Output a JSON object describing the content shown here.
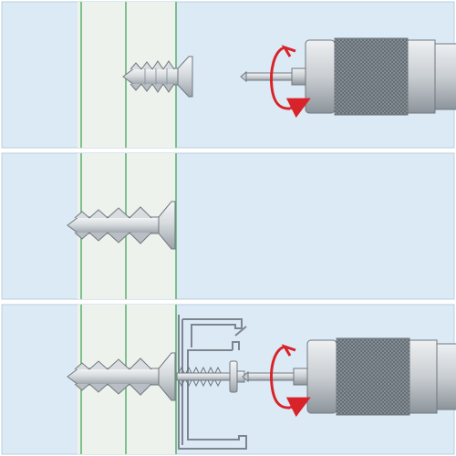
{
  "diagram": {
    "kind": "three-step installation sequence",
    "panels": [
      {
        "step": 1,
        "content": [
          "drywall-board",
          "self-drilling-anchor",
          "screwdriver-bit",
          "drill-chuck",
          "rotation-arrow"
        ]
      },
      {
        "step": 2,
        "content": [
          "drywall-board",
          "self-drilling-anchor"
        ]
      },
      {
        "step": 3,
        "content": [
          "drywall-board",
          "self-drilling-anchor",
          "mounting-bracket",
          "fixing-screw",
          "screwdriver-bit",
          "drill-chuck",
          "rotation-arrow"
        ]
      }
    ],
    "colors": {
      "background": "#dceaf5",
      "panel_border": "#b7cde0",
      "board_fill": "#eef2ec",
      "board_line": "#5cae6e",
      "metal_light": "#e8ecef",
      "metal_mid": "#c6ccd1",
      "metal_dark": "#7d868e",
      "rotation_arrow": "#d8232a"
    },
    "icons": [
      "drywall-anchor-icon",
      "drill-chuck-icon",
      "rotation-arrow-icon",
      "bracket-icon",
      "screw-icon"
    ]
  }
}
